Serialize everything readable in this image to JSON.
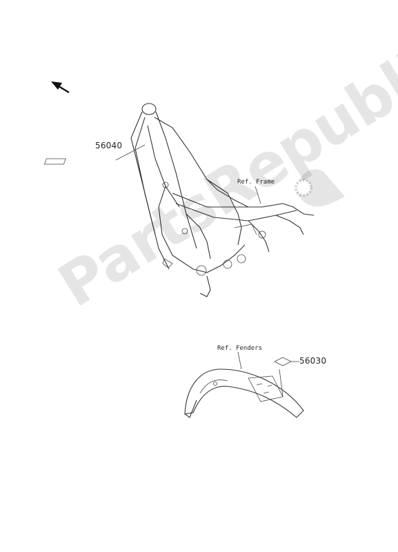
{
  "watermark": {
    "text": "PartsRepublik"
  },
  "labels": {
    "part_56040": "56040",
    "part_56030": "56030",
    "ref_frame": "Ref. Frame",
    "ref_fenders": "Ref. Fenders"
  },
  "icons": {
    "direction_arrow": "arrow-up-left-icon",
    "watermark_gear": "gear-icon"
  },
  "colors": {
    "ink": "#333333",
    "watermark": "#e6e6e6"
  }
}
